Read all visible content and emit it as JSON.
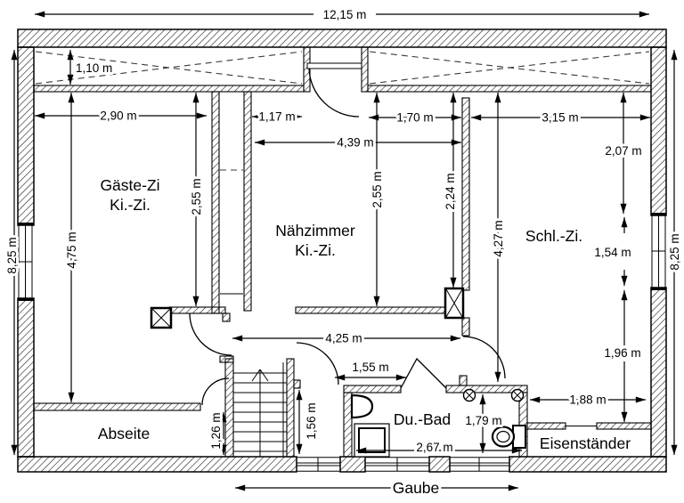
{
  "drawing": {
    "rooms": {
      "gaeste_line1": "Gäste-Zi",
      "gaeste_line2": "Ki.-Zi.",
      "naeh_line1": "Nähzimmer",
      "naeh_line2": "Ki.-Zi.",
      "schlafzimmer": "Schl.-Zi.",
      "abseite": "Abseite",
      "dusche_bad": "Du.-Bad",
      "eisenstaender": "Eisenständer",
      "gaube": "Gaube"
    },
    "dimensions": {
      "width_total": "12,15 m",
      "height_left": "8,25 m",
      "height_right": "8,25 m",
      "kniestock_depth": "1,10 m",
      "gaeste_width": "2,90 m",
      "closet_width": "1,17 m",
      "naeh_right_width": "1,70 m",
      "schlaf_width": "3,15 m",
      "naeh_width": "4,39 m",
      "gaeste_height": "2,55 m",
      "gaeste_full_height": "4,75 m",
      "naeh_height": "2,55 m",
      "naeh_right_height": "2,24 m",
      "schlaf_height": "4,27 m",
      "schlaf_upper": "2,07 m",
      "window_right": "1,54 m",
      "schlaf_lower": "1,96 m",
      "hall_width": "4,25 m",
      "hall_passage": "1,55 m",
      "stair_front": "1,56 m",
      "abseite_depth": "1,26 m",
      "bad_height": "1,79 m",
      "bad_width": "2,67 m",
      "eisen_width": "1,88 m"
    }
  }
}
